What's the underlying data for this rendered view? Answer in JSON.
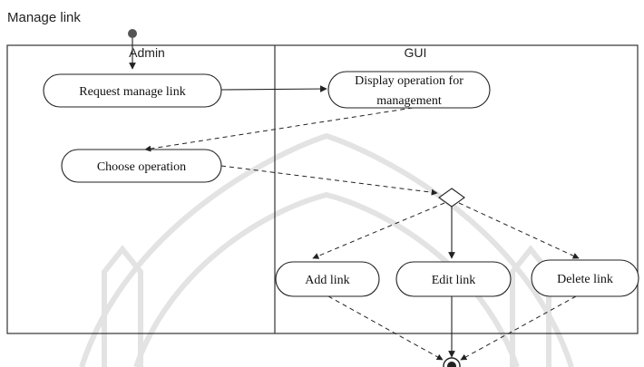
{
  "diagram": {
    "title": "Manage link",
    "lanes": {
      "admin": "Admin",
      "gui": "GUI"
    },
    "nodes": {
      "request_manage_link": "Request manage link",
      "display_operation_line1": "Display operation for",
      "display_operation_line2": "management",
      "choose_operation": "Choose operation",
      "add_link": "Add link",
      "edit_link": "Edit link",
      "delete_link": "Delete link"
    }
  }
}
